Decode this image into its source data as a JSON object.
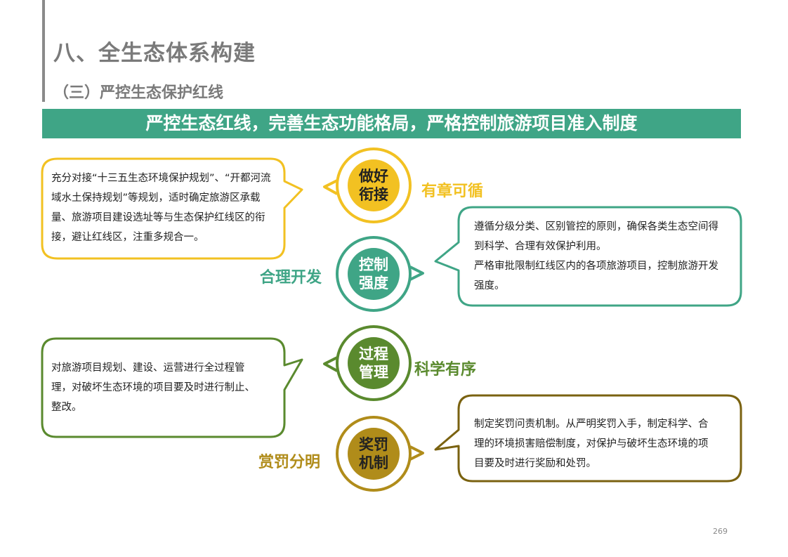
{
  "header": {
    "title": "八、全生态体系构建",
    "subtitle": "（三）严控生态保护红线",
    "banner": "严控生态红线，完善生态功能格局，严格控制旅游项目准入制度"
  },
  "colors": {
    "yellow": "#f2c122",
    "teal": "#3fa586",
    "green": "#5a8a2e",
    "olive": "#b08c1a",
    "gray": "#7a7a7a"
  },
  "items": [
    {
      "circle": "做好衔接",
      "slogan": "有章可循",
      "text": [
        "充分对接“十三五生态环境保护规划”、“开都河流域水土保持规划”等规划，适时确定旅游区承载量、旅游项目建设选址等与生态保护红线区的衔接，避让红线区，注重多规合一。"
      ]
    },
    {
      "circle": "控制强度",
      "slogan": "合理开发",
      "text": [
        "遵循分级分类、区别管控的原则，确保各类生态空间得到科学、合理有效保护利用。",
        "严格审批限制红线区内的各项旅游项目，控制旅游开发强度。"
      ]
    },
    {
      "circle": "过程管理",
      "slogan": "科学有序",
      "text": [
        "对旅游项目规划、建设、运营进行全过程管理，对破坏生态环境的项目要及时进行制止、整改。"
      ]
    },
    {
      "circle": "奖罚机制",
      "slogan": "赏罚分明",
      "text": [
        "制定奖罚问责机制。从严明奖罚入手，制定科学、合理的环境损害赔偿制度，对保护与破坏生态环境的项目要及时进行奖励和处罚。"
      ]
    }
  ],
  "page_number": "269"
}
